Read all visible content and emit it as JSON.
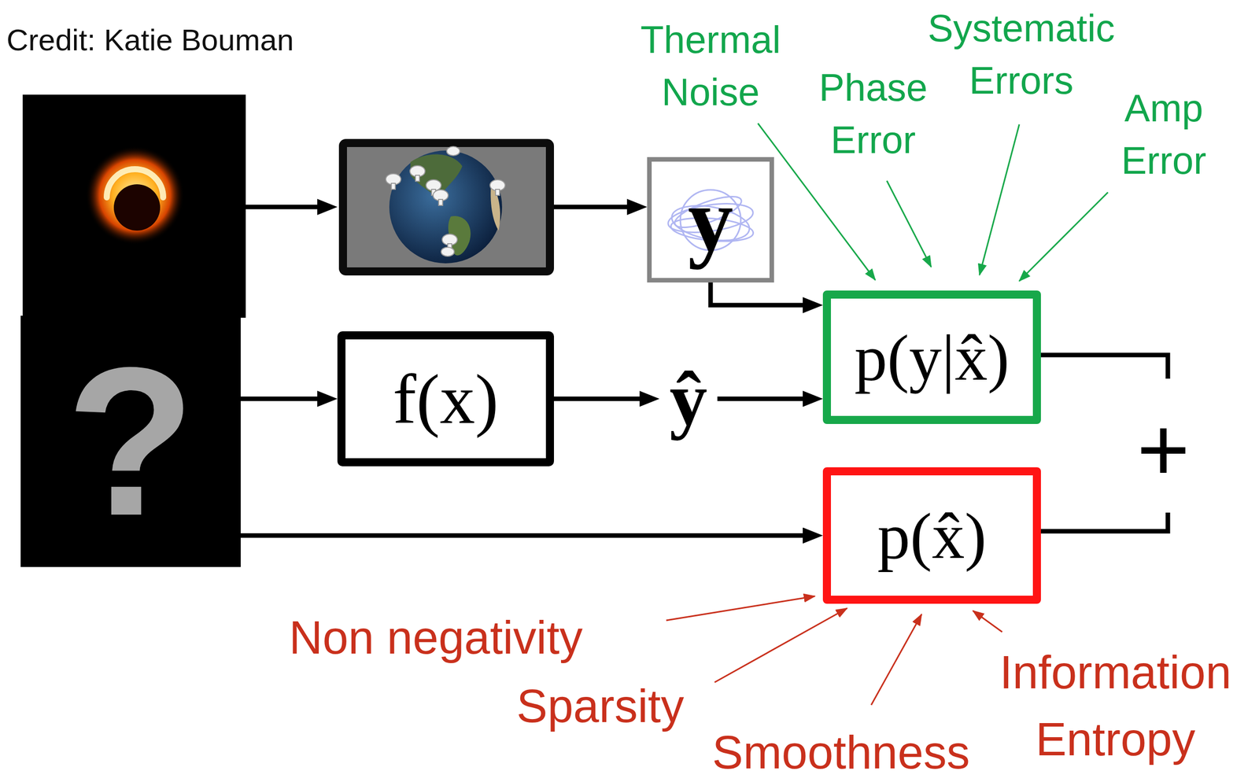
{
  "diagram": {
    "nodes": [
      {
        "text": [
          "y"
        ]
      },
      {
        "text": [
          "?"
        ]
      },
      {
        "text": [
          "f(x)"
        ]
      },
      {
        "text": [
          "p(y|x̂)"
        ]
      },
      {
        "text": [
          "p(x̂)"
        ]
      }
    ],
    "edges": [
      {
        "from": 0,
        "to": 3,
        "arrow": "to"
      },
      {
        "from": 1,
        "to": 2,
        "arrow": "to"
      },
      {
        "from": 2,
        "to": 3,
        "label": "ŷ",
        "arrow": "to"
      },
      {
        "from": 1,
        "to": 4,
        "arrow": "to"
      }
    ],
    "labels": [
      "Credit: Katie Bouman",
      "Thermal Noise",
      "Phase Error",
      "Systematic Errors",
      "Amp Error",
      "+",
      "Non negativity",
      "Sparsity",
      "Smoothness",
      "Information Entropy"
    ]
  }
}
